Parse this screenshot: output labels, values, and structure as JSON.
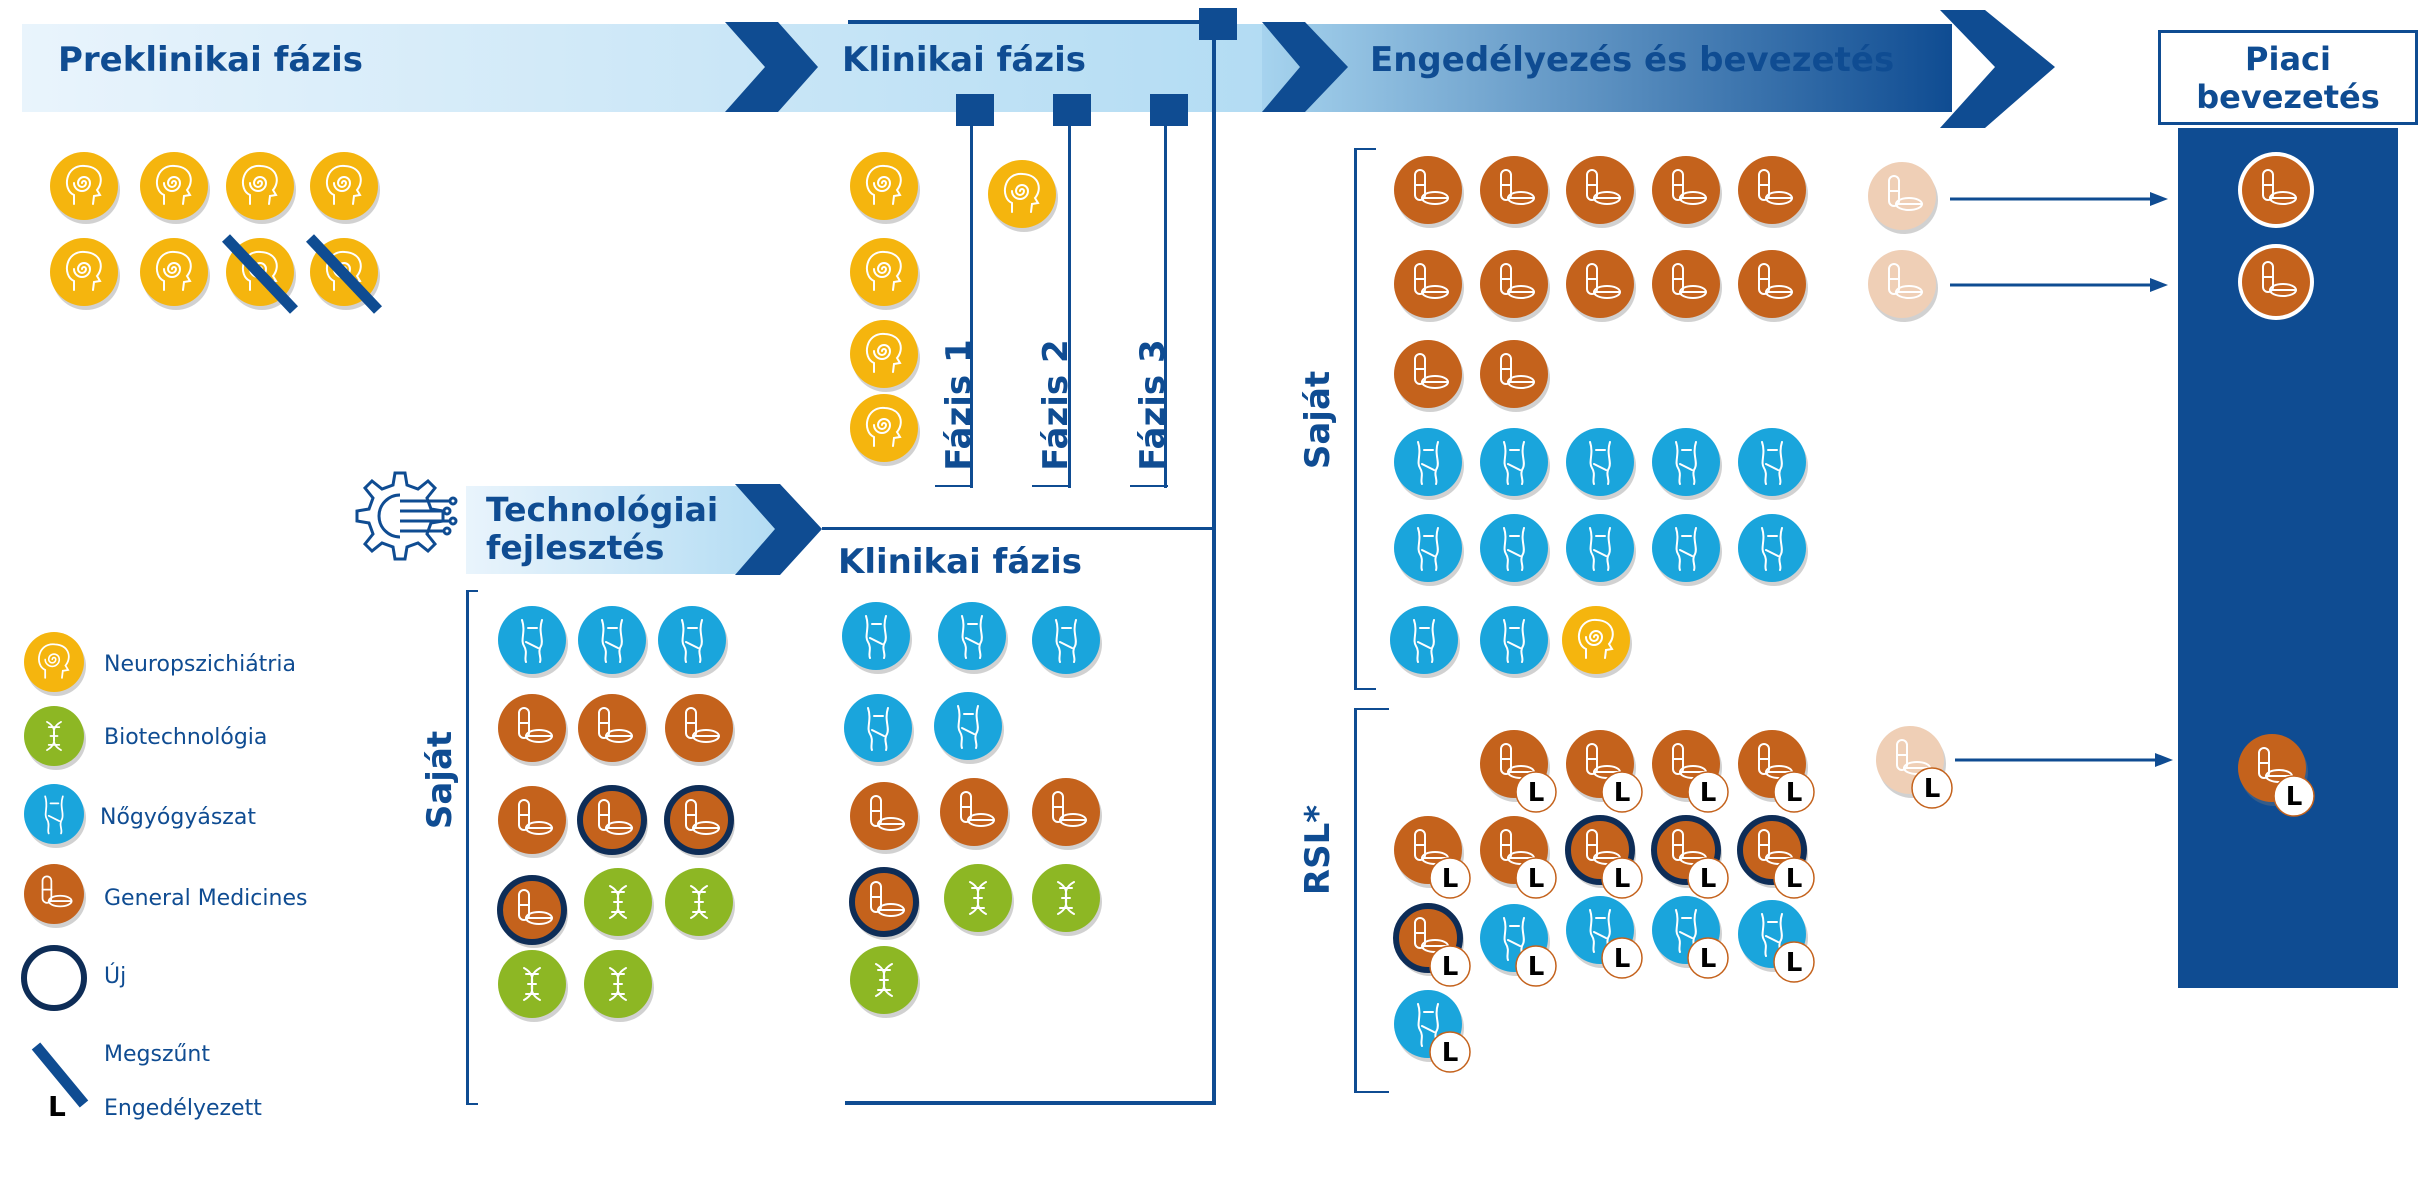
{
  "phases": {
    "preklinikai": "Preklinikai fázis",
    "klinikai_top": "Klinikai fázis",
    "engedelyezes": "Engedélyezés és bevezetés",
    "piaci_line1": "Piaci",
    "piaci_line2": "bevezetés",
    "technologiai_line1": "Technológiai",
    "technologiai_line2": "fejlesztés",
    "klinikai_bottom": "Klinikai fázis"
  },
  "sub_phases": [
    "Fázis 1",
    "Fázis 2",
    "Fázis 3"
  ],
  "side_labels": {
    "sajat_left": "Saját",
    "sajat_right": "Saját",
    "rsl": "RSL*"
  },
  "legend": [
    {
      "key": "neuro",
      "label": "Neuropszichiátria"
    },
    {
      "key": "bio",
      "label": "Biotechnológia"
    },
    {
      "key": "gyn",
      "label": "Nőgyógyászat"
    },
    {
      "key": "gm",
      "label": "General Medicines"
    },
    {
      "key": "new",
      "label": "Új"
    },
    {
      "key": "stopped",
      "label": "Megszűnt"
    },
    {
      "key": "approved",
      "label": "Engedélyezett",
      "glyph": "L"
    }
  ],
  "colors": {
    "navy": "#0f4c92",
    "neuro": "#f5b50e",
    "bio": "#8db724",
    "gyn": "#1aa5dc",
    "gm": "#c4621c",
    "gm_faded": "#efcfb6"
  },
  "icons": {
    "neuro": "head-spiral-icon",
    "bio": "dna-icon",
    "gyn": "torso-icon",
    "gm": "capsule-pill-icon",
    "tech": "gear-circuit-icon"
  },
  "groups": [
    {
      "id": "preklinikai",
      "items": [
        {
          "t": "neuro"
        },
        {
          "t": "neuro"
        },
        {
          "t": "neuro"
        },
        {
          "t": "neuro"
        },
        {
          "t": "neuro"
        },
        {
          "t": "neuro"
        },
        {
          "t": "neuro",
          "stopped": true
        },
        {
          "t": "neuro",
          "stopped": true
        }
      ]
    },
    {
      "id": "fazis-1",
      "items": [
        {
          "t": "neuro"
        },
        {
          "t": "neuro"
        },
        {
          "t": "neuro"
        },
        {
          "t": "neuro"
        }
      ]
    },
    {
      "id": "fazis-2",
      "items": [
        {
          "t": "neuro"
        }
      ]
    },
    {
      "id": "technologiai-fejlesztes",
      "items": [
        {
          "t": "gyn"
        },
        {
          "t": "gyn"
        },
        {
          "t": "gyn"
        },
        {
          "t": "gm"
        },
        {
          "t": "gm"
        },
        {
          "t": "gm"
        },
        {
          "t": "gm"
        },
        {
          "t": "gm",
          "new": true
        },
        {
          "t": "gm",
          "new": true
        },
        {
          "t": "gm",
          "new": true
        },
        {
          "t": "bio"
        },
        {
          "t": "bio"
        },
        {
          "t": "bio"
        },
        {
          "t": "bio"
        }
      ]
    },
    {
      "id": "klinikai-fazis-bottom",
      "items": [
        {
          "t": "gyn"
        },
        {
          "t": "gyn"
        },
        {
          "t": "gyn"
        },
        {
          "t": "gyn"
        },
        {
          "t": "gyn"
        },
        {
          "t": "gm"
        },
        {
          "t": "gm"
        },
        {
          "t": "gm"
        },
        {
          "t": "gm",
          "new": true
        },
        {
          "t": "bio"
        },
        {
          "t": "bio"
        },
        {
          "t": "bio"
        }
      ]
    },
    {
      "id": "engedelyezes-sajat",
      "items": [
        {
          "t": "gm"
        },
        {
          "t": "gm"
        },
        {
          "t": "gm"
        },
        {
          "t": "gm"
        },
        {
          "t": "gm"
        },
        {
          "t": "gm"
        },
        {
          "t": "gm"
        },
        {
          "t": "gm"
        },
        {
          "t": "gm"
        },
        {
          "t": "gm"
        },
        {
          "t": "gm"
        },
        {
          "t": "gm"
        },
        {
          "t": "gyn"
        },
        {
          "t": "gyn"
        },
        {
          "t": "gyn"
        },
        {
          "t": "gyn"
        },
        {
          "t": "gyn"
        },
        {
          "t": "gyn"
        },
        {
          "t": "gyn"
        },
        {
          "t": "gyn"
        },
        {
          "t": "gyn"
        },
        {
          "t": "gyn"
        },
        {
          "t": "gyn"
        },
        {
          "t": "gyn"
        },
        {
          "t": "neuro"
        }
      ]
    },
    {
      "id": "engedelyezes-rsl",
      "items": [
        {
          "t": "gm",
          "approved": true
        },
        {
          "t": "gm",
          "approved": true
        },
        {
          "t": "gm",
          "approved": true
        },
        {
          "t": "gm",
          "approved": true
        },
        {
          "t": "gm",
          "approved": true
        },
        {
          "t": "gm",
          "approved": true
        },
        {
          "t": "gm",
          "approved": true,
          "new": true
        },
        {
          "t": "gm",
          "approved": true,
          "new": true
        },
        {
          "t": "gm",
          "approved": true,
          "new": true
        },
        {
          "t": "gm",
          "approved": true,
          "new": true
        },
        {
          "t": "gyn",
          "approved": true
        },
        {
          "t": "gyn",
          "approved": true
        },
        {
          "t": "gyn",
          "approved": true
        },
        {
          "t": "gyn",
          "approved": true
        },
        {
          "t": "gyn",
          "approved": true
        }
      ]
    },
    {
      "id": "atmenet",
      "items": [
        {
          "t": "gm",
          "faded": true
        },
        {
          "t": "gm",
          "faded": true
        },
        {
          "t": "gm",
          "faded": true,
          "approved": true
        }
      ]
    },
    {
      "id": "piaci-bevezetes",
      "items": [
        {
          "t": "gm",
          "ring": true
        },
        {
          "t": "gm",
          "ring": true
        },
        {
          "t": "gm",
          "approved": true
        }
      ]
    }
  ]
}
